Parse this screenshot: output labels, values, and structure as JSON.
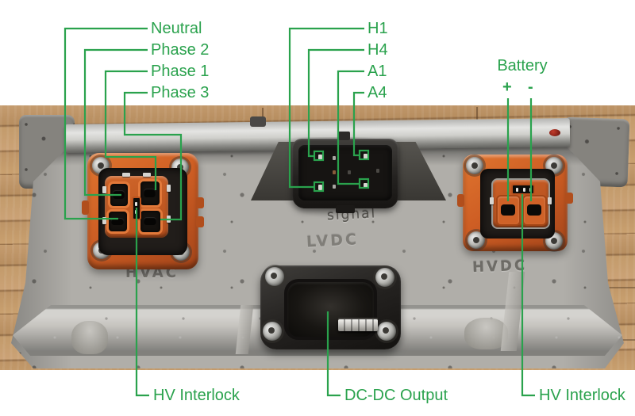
{
  "annotations": {
    "callouts": {
      "neutral": "Neutral",
      "phase_2": "Phase 2",
      "phase_1": "Phase 1",
      "phase_3": "Phase 3",
      "h1": "H1",
      "h4": "H4",
      "a1": "A1",
      "a4": "A4",
      "battery": "Battery",
      "battery_plus": "+",
      "battery_minus": "-",
      "hv_interlock_left": "HV Interlock",
      "dc_dc_output": "DC-DC Output",
      "hv_interlock_right": "HV Interlock"
    }
  },
  "case_markings": {
    "signal": "signal",
    "lvdc": "LVDC",
    "hvac": "HVAC",
    "hvdc": "HVDC"
  },
  "colors": {
    "annotation_green": "#2aa24d",
    "connector_orange": "#d4692e",
    "case_gray": "#b0aea9",
    "wood_brown": "#b98f62"
  }
}
